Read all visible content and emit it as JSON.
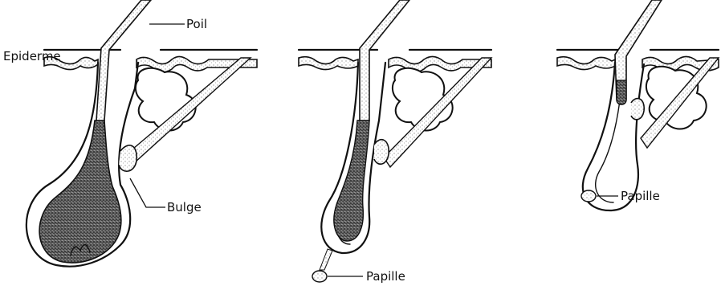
{
  "labels": {
    "poil": "Poil",
    "epiderme": "Epiderme",
    "bulge": "Bulge",
    "papille_stage2": "Papille",
    "papille_stage3": "Papille"
  },
  "colors": {
    "ink": "#111111",
    "background": "#ffffff",
    "stipple_light": "#bdbdbd",
    "stipple_dark": "#3a3a3a"
  }
}
